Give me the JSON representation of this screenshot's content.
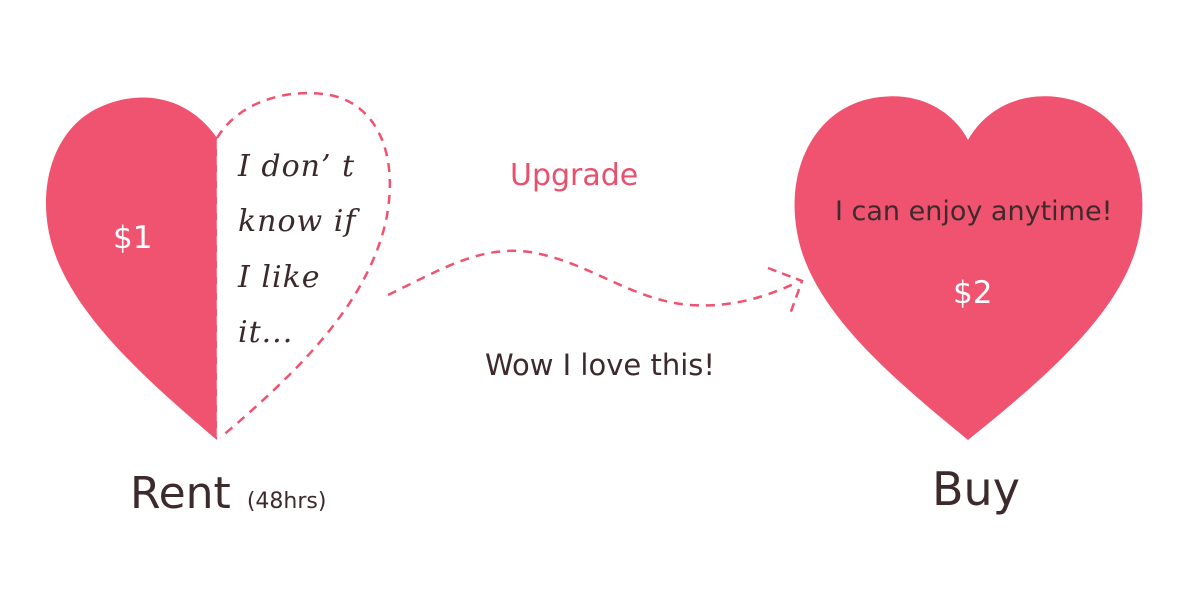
{
  "colors": {
    "heart": "#f0536f",
    "dash": "#f0536f",
    "text_dark": "#3d2a2c",
    "accent_text": "#e9506d",
    "on_heart_text": "#ffffff"
  },
  "left": {
    "price": "$1",
    "thought_lines": [
      "I don’ t",
      "know if",
      "I like",
      "it..."
    ],
    "label_main": "Rent",
    "label_sub": "(48hrs)"
  },
  "middle": {
    "arrow_caption_top": "Upgrade",
    "arrow_caption_bottom": "Wow I love this!"
  },
  "right": {
    "message": "I can enjoy anytime!",
    "price": "$2",
    "label_main": "Buy"
  }
}
